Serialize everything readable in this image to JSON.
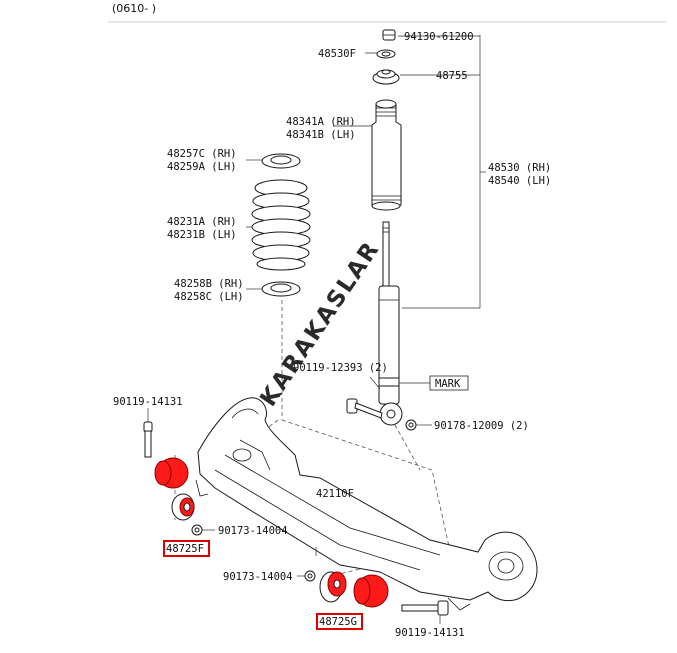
{
  "header": {
    "date_range": "(0610- )"
  },
  "watermark": "KARAKASLAR",
  "mark_label": "MARK",
  "callouts": {
    "p94130": "94130-61200",
    "p48530f": "48530F",
    "p48755": "48755",
    "p48341a": "48341A (RH)",
    "p48341b": "48341B (LH)",
    "p48530": "48530 (RH)",
    "p48540": "48540 (LH)",
    "p48257c": "48257C (RH)",
    "p48259a": "48259A (LH)",
    "p48231a": "48231A (RH)",
    "p48231b": "48231B (LH)",
    "p48258b": "48258B (RH)",
    "p48258c": "48258C (LH)",
    "p90119_12393": "90119-12393 (2)",
    "p90178": "90178-12009 (2)",
    "p90119_14131_top": "90119-14131",
    "p42110f": "42110F",
    "p90173_right": "90173-14004",
    "p48725f": "48725F",
    "p90173_left": "90173-14004",
    "p48725g": "48725G",
    "p90119_14131_bottom": "90119-14131"
  },
  "colors": {
    "highlight": "#ff1a1a",
    "outline": "#e00000"
  }
}
